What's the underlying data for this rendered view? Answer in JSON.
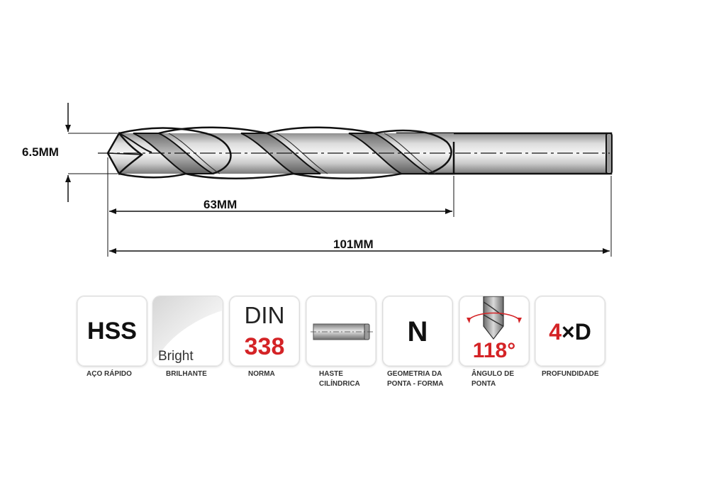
{
  "drawing": {
    "diameter_label": "6.5MM",
    "flute_length_label": "63MM",
    "total_length_label": "101MM"
  },
  "badges": [
    {
      "id": "hss",
      "main_text": "HSS",
      "caption": "AÇO RÁPIDO"
    },
    {
      "id": "bright",
      "main_text": "Bright",
      "caption": "BRILHANTE"
    },
    {
      "id": "din",
      "main_text": "DIN",
      "sub_text": "338",
      "caption": "NORMA"
    },
    {
      "id": "shank",
      "caption": "HASTE\nCILÍNDRICA"
    },
    {
      "id": "geometry",
      "main_text": "N",
      "caption": "GEOMETRIA DA\nPONTA - FORMA"
    },
    {
      "id": "angle",
      "main_text": "118°",
      "caption": "ÂNGULO DE\nPONTA"
    },
    {
      "id": "depth",
      "main_text": "4",
      "symbol": "×D",
      "caption": "PROFUNDIDADE"
    }
  ],
  "colors": {
    "accent_red": "#d42326",
    "outline": "#111111",
    "badge_border": "#dcdcdc"
  }
}
